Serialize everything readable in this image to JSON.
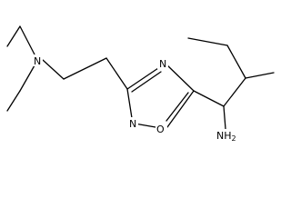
{
  "structure": {
    "atoms": {
      "nitrogen_amine": "N",
      "ring_nitrogen_1": "N",
      "ring_nitrogen_2": "N",
      "ring_oxygen": "O",
      "amine_group": "NH",
      "amine_subscript": "2"
    },
    "colors": {
      "bond": "#000000",
      "label": "#000000",
      "background": "#ffffff"
    }
  }
}
